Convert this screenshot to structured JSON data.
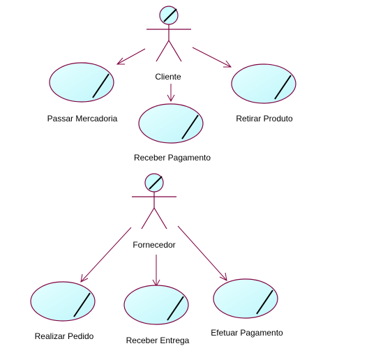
{
  "colors": {
    "line": "#800040",
    "usecase_fill": "#ccffff",
    "accent": "#000000"
  },
  "actors": {
    "cliente": {
      "label": "Cliente"
    },
    "fornecedor": {
      "label": "Fornecedor"
    }
  },
  "use_cases": {
    "passar_mercadoria": "Passar Mercadoria",
    "receber_pagamento": "Receber Pagamento",
    "retirar_produto": "Retirar Produto",
    "realizar_pedido": "Realizar Pedido",
    "receber_entrega": "Receber Entrega",
    "efetuar_pagamento": "Efetuar Pagamento"
  }
}
